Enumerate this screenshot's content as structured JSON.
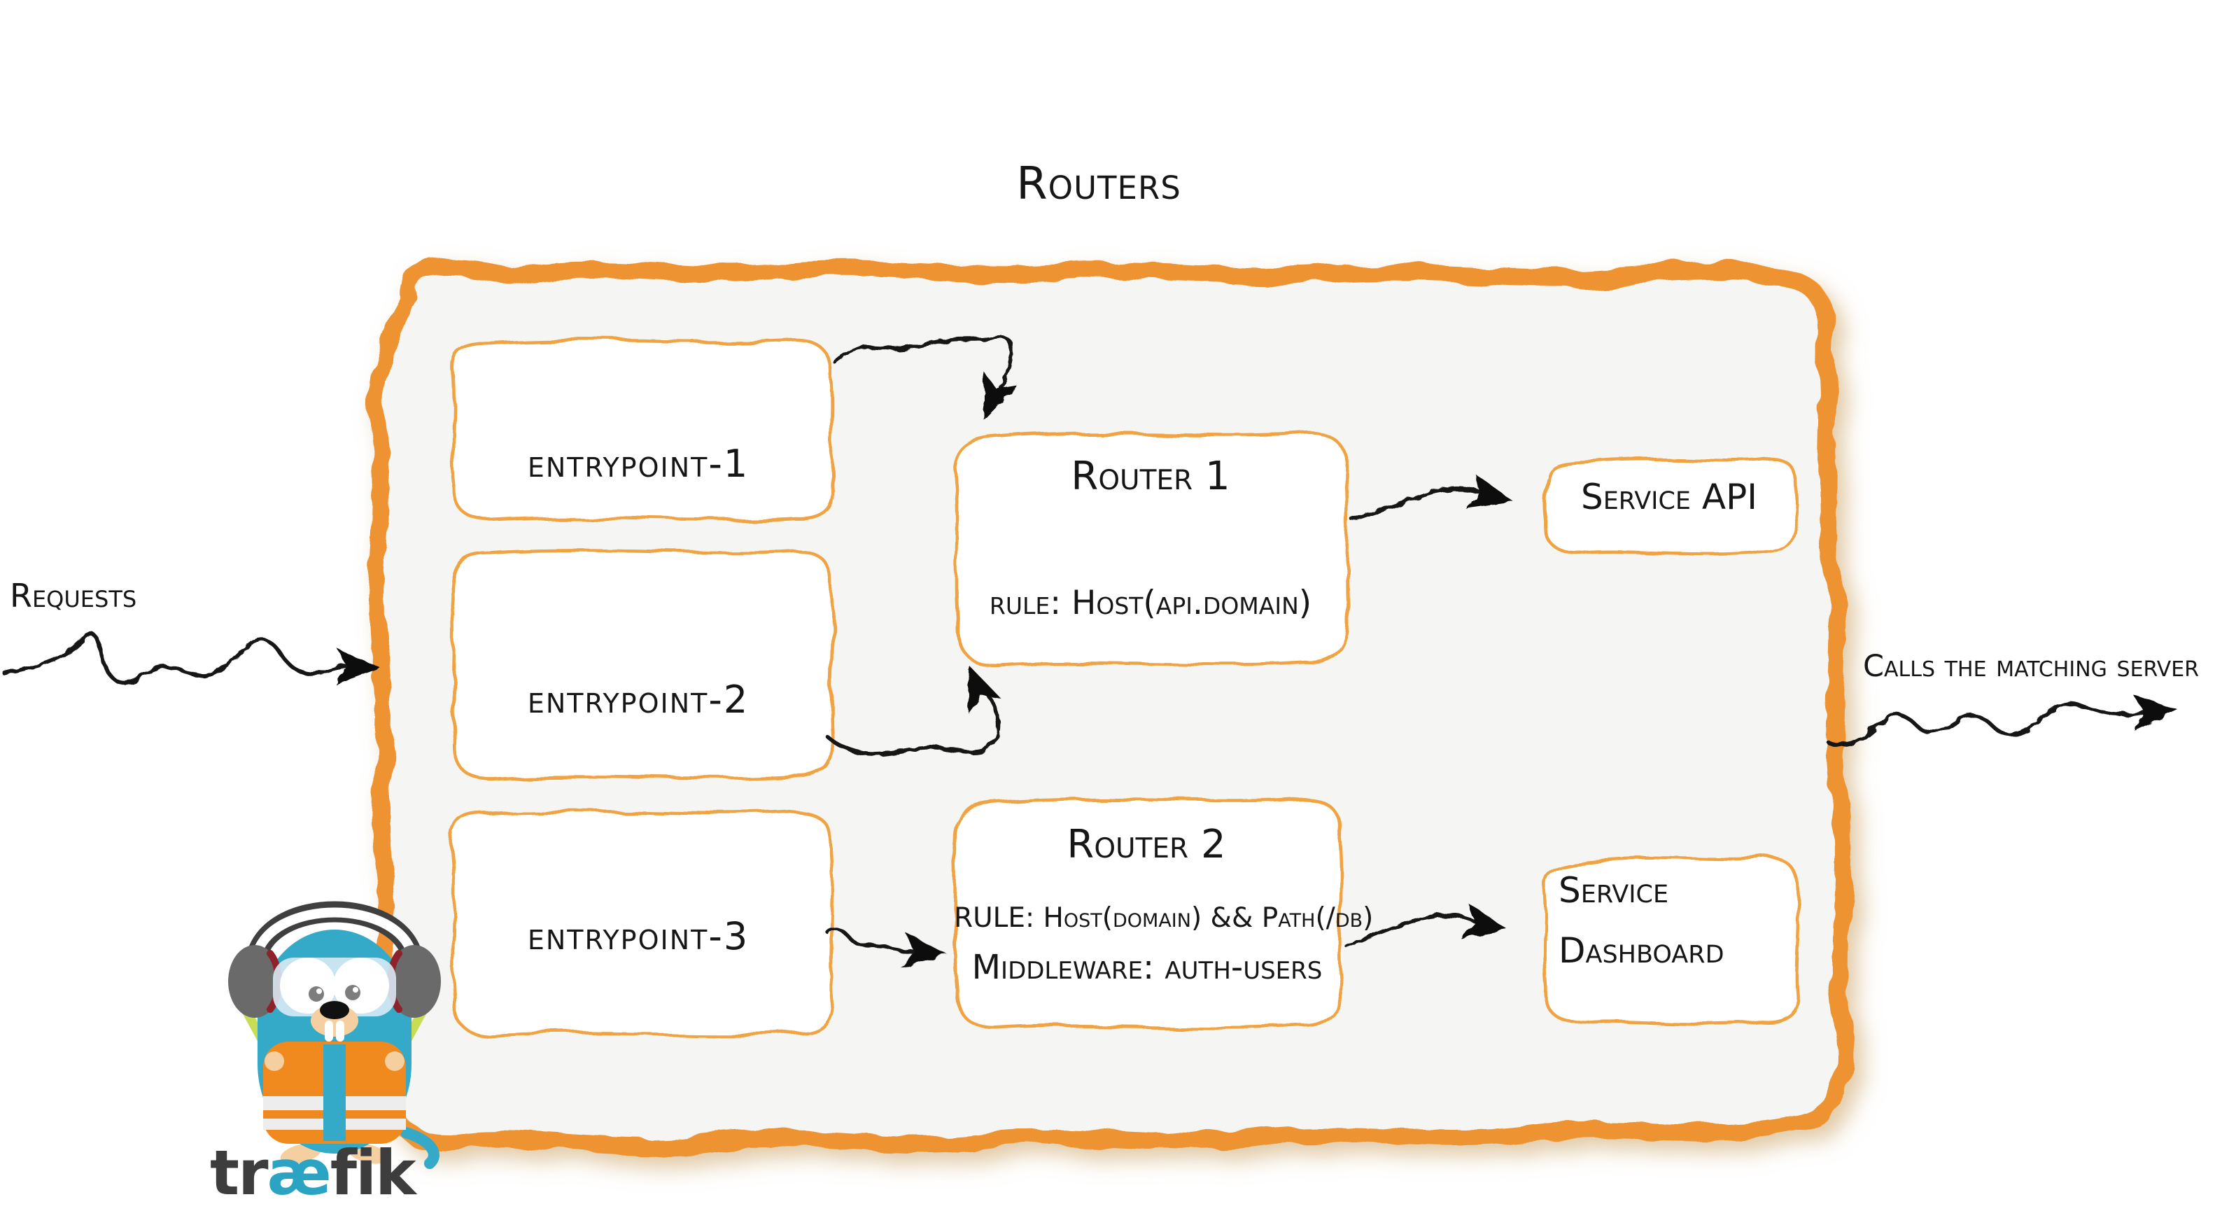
{
  "diagram": {
    "title": "Routers",
    "entrypoints": [
      {
        "label": "entrypoint-1"
      },
      {
        "label": "entrypoint-2"
      },
      {
        "label": "entrypoint-3"
      }
    ],
    "routers": [
      {
        "name": "Router 1",
        "rule": "rule: Host(api.domain)"
      },
      {
        "name": "Router 2",
        "rule": "RULE: Host(domain) && Path(/db)",
        "middleware": "Middleware: auth-users"
      }
    ],
    "services": [
      {
        "label": "Service API"
      },
      {
        "line1": "Service",
        "line2": "Dashboard"
      }
    ],
    "annotations": {
      "requests": "Requests",
      "calls": "Calls the matching server"
    },
    "logo": {
      "wordmark_pre": "tr",
      "wordmark_ae": "æ",
      "wordmark_post": "fik"
    },
    "colors": {
      "container_border": "#EE9331",
      "box_border": "#F0A342",
      "container_fill": "#F5F5F3",
      "box_fill": "#FFFFFF",
      "ink": "#161616",
      "shadow": "#C9A05F",
      "gopher_blue": "#35A9C8",
      "vest_orange": "#F08A1E",
      "stick_green": "#C8DC54",
      "headphone_gray": "#6A6A6A",
      "headphone_red": "#8E222B",
      "wordmark_dark": "#3D3D3D",
      "wordmark_blue": "#2BA3C2"
    }
  }
}
